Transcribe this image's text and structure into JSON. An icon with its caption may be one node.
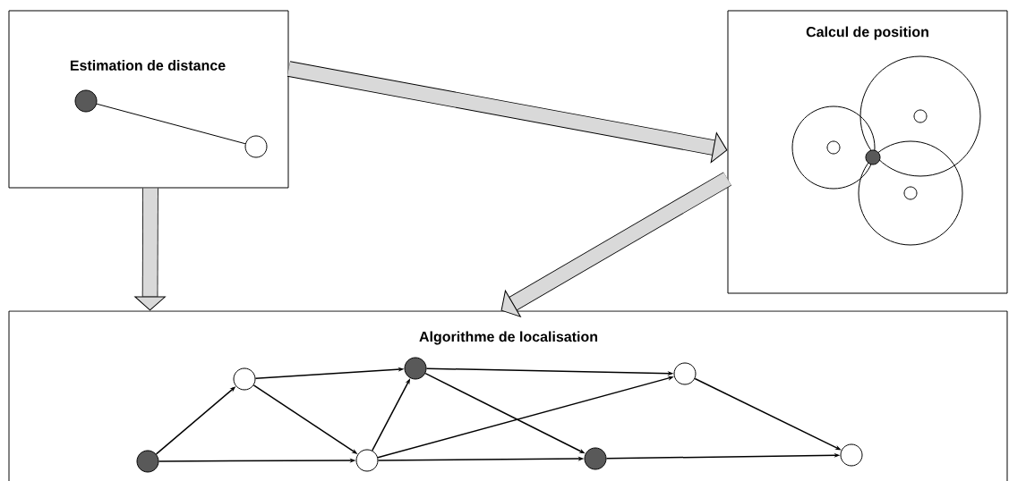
{
  "diagram": {
    "nodes": [
      {
        "text": [
          "Estimation de distance"
        ]
      },
      {
        "text": [],
        "shape": "circle",
        "in": 0
      },
      {
        "text": [],
        "shape": "circle",
        "in": 0
      },
      {
        "text": [
          "Calcul de position"
        ]
      },
      {
        "text": [
          "Algorithme de localisation"
        ]
      },
      {
        "text": [],
        "shape": "circle",
        "in": 4
      },
      {
        "text": [],
        "shape": "circle",
        "in": 4
      },
      {
        "text": [],
        "shape": "circle",
        "in": 4
      },
      {
        "text": [],
        "shape": "circle",
        "in": 4
      },
      {
        "text": [],
        "shape": "circle",
        "in": 4
      },
      {
        "text": [],
        "shape": "circle",
        "in": 4
      },
      {
        "text": [],
        "shape": "circle",
        "in": 4
      }
    ],
    "edges": [
      {
        "from": 1,
        "to": 2,
        "arrow": "none"
      },
      {
        "from": 0,
        "to": 3,
        "arrow": "to",
        "style": "thick"
      },
      {
        "from": 3,
        "to": 4,
        "arrow": "to",
        "style": "thick"
      },
      {
        "from": 0,
        "to": 4,
        "arrow": "to",
        "style": "thick"
      },
      {
        "from": 5,
        "to": 6,
        "arrow": "to"
      },
      {
        "from": 5,
        "to": 8,
        "arrow": "to"
      },
      {
        "from": 6,
        "to": 7,
        "arrow": "to"
      },
      {
        "from": 6,
        "to": 8,
        "arrow": "to"
      },
      {
        "from": 8,
        "to": 7,
        "arrow": "to"
      },
      {
        "from": 8,
        "to": 10,
        "arrow": "to"
      },
      {
        "from": 8,
        "to": 9,
        "arrow": "to"
      },
      {
        "from": 7,
        "to": 10,
        "arrow": "to"
      },
      {
        "from": 7,
        "to": 9,
        "arrow": "to"
      },
      {
        "from": 10,
        "to": 11,
        "arrow": "to"
      },
      {
        "from": 9,
        "to": 11,
        "arrow": "to"
      }
    ]
  }
}
